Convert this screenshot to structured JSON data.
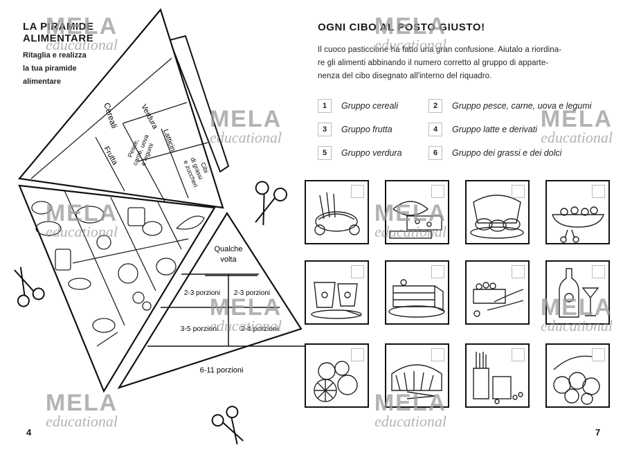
{
  "left_page": {
    "title_line1": "LA PIRAMIDE",
    "title_line2": "ALIMENTARE",
    "subtitle_line1": "Ritaglia e realizza",
    "subtitle_line2": "la tua piramide",
    "subtitle_line3": "alimentare",
    "page_number": "4",
    "flap_labels": {
      "cereali": "Cereali",
      "verdura": "Verdura",
      "frutta": "Frutta",
      "latticini": "Latticini",
      "pesce_line1": "Pesce,",
      "pesce_line2": "carne, uova",
      "pesce_line3": "e legumi",
      "grassi_line1": "Cibi",
      "grassi_line2": "di grassi",
      "grassi_line3": "e zuccheri"
    },
    "pyramid_levels": {
      "top": "Qualche volta",
      "top_line1": "Qualche",
      "top_line2": "volta",
      "level2_left": "2-3 porzioni",
      "level2_right": "2-3 porzioni",
      "level3_left": "3-5 porzioni",
      "level3_right": "2-4 porzioni",
      "base": "6-11 porzioni"
    }
  },
  "right_page": {
    "title": "OGNI CIBO AL POSTO GIUSTO!",
    "intro_line1": "Il cuoco pasticcione ha fatto una gran confusione. Aiutalo a riordina-",
    "intro_line2": "re gli alimenti abbinando il numero corretto al gruppo di apparte-",
    "intro_line3": "nenza del cibo disegnato all'interno del riquadro.",
    "page_number": "7",
    "groups": [
      {
        "number": "1",
        "label": "Gruppo cereali"
      },
      {
        "number": "2",
        "label": "Gruppo pesce, carne, uova e legumi"
      },
      {
        "number": "3",
        "label": "Gruppo frutta"
      },
      {
        "number": "4",
        "label": "Gruppo latte e derivati"
      },
      {
        "number": "5",
        "label": "Gruppo verdura"
      },
      {
        "number": "6",
        "label": "Gruppo dei grassi e dei dolci"
      }
    ]
  },
  "watermark": {
    "brand": "MELA",
    "tagline": "educational"
  }
}
